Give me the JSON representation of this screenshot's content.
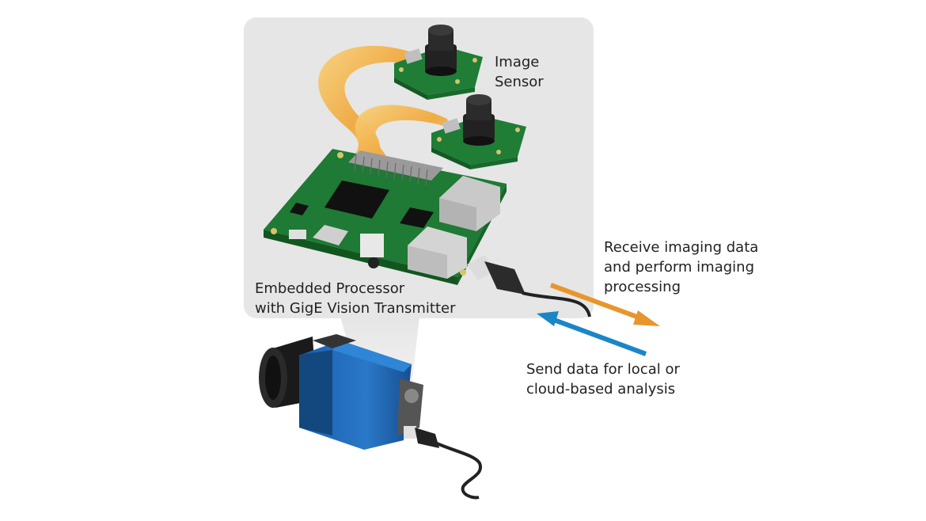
{
  "labels": {
    "image_sensor": [
      "Image",
      "Sensor"
    ],
    "embedded_processor": [
      "Embedded Processor",
      "with GigE Vision Transmitter"
    ],
    "receive": [
      "Receive imaging data",
      "and perform imaging",
      "processing"
    ],
    "send": [
      "Send data for local or",
      "cloud-based analysis"
    ]
  },
  "colors": {
    "callout_bg": "#e6e6e6",
    "pcb_green": "#1e7a34",
    "ribbon": "#f3b24a",
    "camera_blue": "#1a66b3",
    "arrow_orange": "#e8962b",
    "arrow_blue": "#1a86c7"
  },
  "icons": [
    "image-sensor-board-icon",
    "embedded-processor-board-icon",
    "ethernet-cable-icon",
    "gige-camera-icon",
    "orange-arrow-icon",
    "blue-arrow-icon"
  ]
}
